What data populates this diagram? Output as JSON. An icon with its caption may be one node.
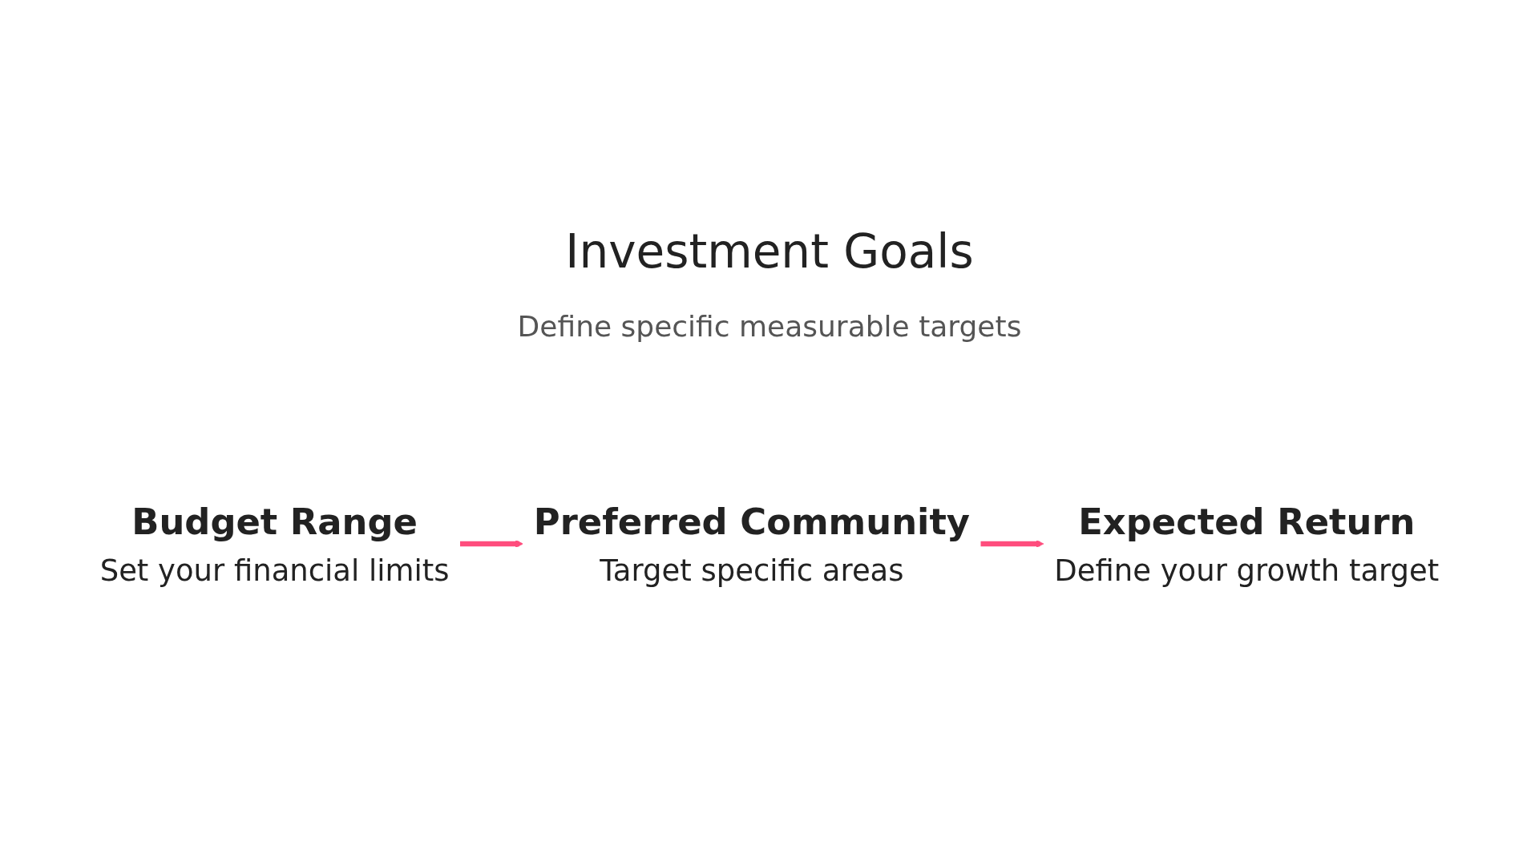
{
  "diagram": {
    "title": "Investment Goals",
    "nodes": [
      {
        "text": [
          "Budget Range",
          "Set your financial limits"
        ]
      },
      {
        "text": [
          "Preferred Community",
          "Target specific areas"
        ]
      },
      {
        "text": [
          "Expected Return",
          "Define your growth target"
        ]
      }
    ],
    "edges": [
      {
        "from": 0,
        "to": 1,
        "arrow": "to"
      },
      {
        "from": 1,
        "to": 2,
        "arrow": "to"
      }
    ],
    "labels": [
      "Define specific measurable targets"
    ]
  }
}
